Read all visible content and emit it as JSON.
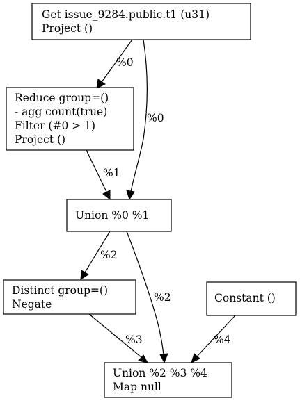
{
  "nodes": {
    "get": {
      "lines": [
        "Get issue_9284.public.t1 (u31)",
        "Project ()"
      ]
    },
    "reduce": {
      "lines": [
        "Reduce group=()",
        "- agg count(true)",
        "Filter (#0 > 1)",
        "Project ()"
      ]
    },
    "union1": {
      "lines": [
        "Union %0 %1"
      ]
    },
    "distinct": {
      "lines": [
        "Distinct group=()",
        "Negate"
      ]
    },
    "constant": {
      "lines": [
        "Constant ()"
      ]
    },
    "union2": {
      "lines": [
        "Union %2 %3 %4",
        "Map null"
      ]
    }
  },
  "edges": {
    "get_to_reduce": {
      "label": "%0"
    },
    "get_to_union1": {
      "label": "%0"
    },
    "reduce_to_union1": {
      "label": "%1"
    },
    "union1_to_distinct": {
      "label": "%2"
    },
    "union1_to_union2": {
      "label": "%2"
    },
    "distinct_to_union2": {
      "label": "%3"
    },
    "constant_to_union2": {
      "label": "%4"
    }
  }
}
